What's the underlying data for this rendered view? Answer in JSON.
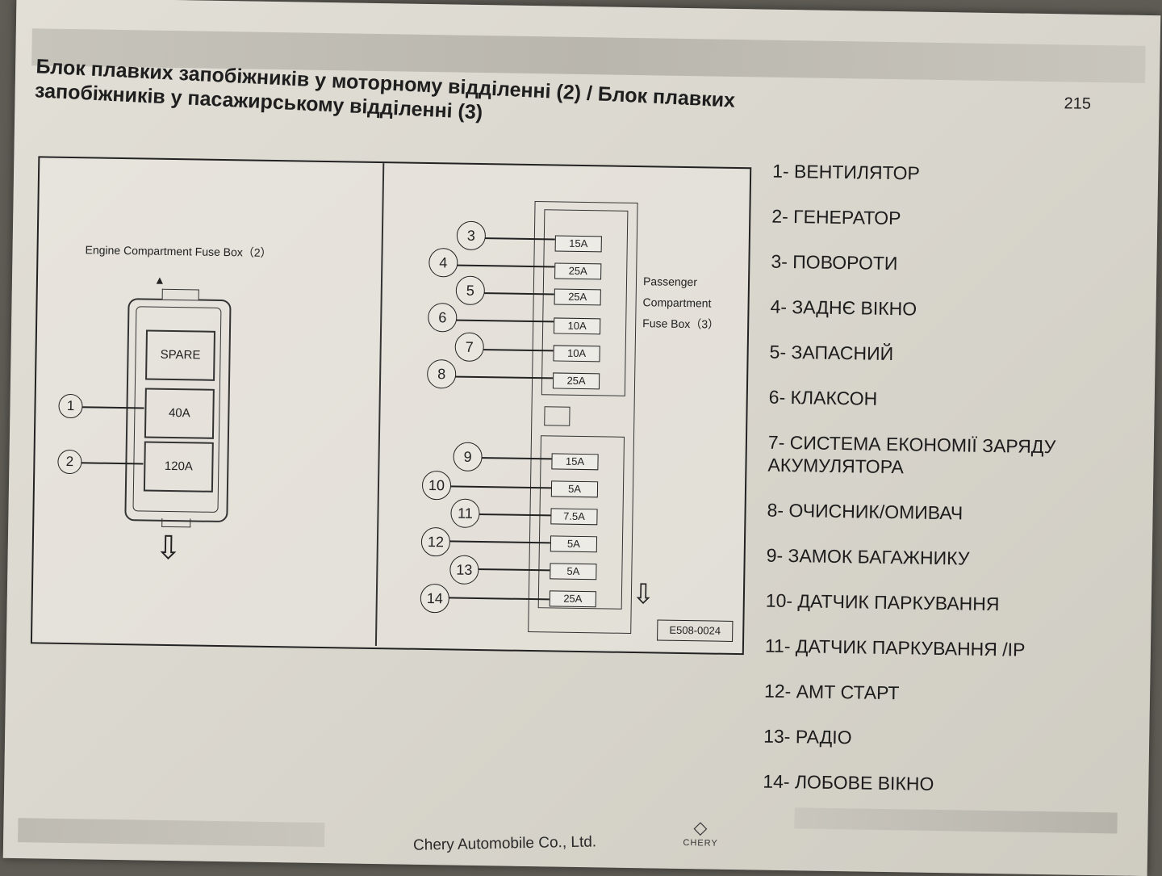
{
  "page_number": "215",
  "title": "Блок плавких запобіжників у моторному відділенні (2) / Блок плавких запобіжників у пасажирському відділенні (3)",
  "diagram": {
    "engine_box_label": "Engine Compartment Fuse Box（2）",
    "engine_fuses": [
      "SPARE",
      "40A",
      "120A"
    ],
    "engine_callouts": [
      "1",
      "2"
    ],
    "passenger_box_label": [
      "Passenger",
      "Compartment",
      "Fuse Box（3）"
    ],
    "passenger_fuses": [
      {
        "num": "3",
        "rating": "15A"
      },
      {
        "num": "4",
        "rating": "25A"
      },
      {
        "num": "5",
        "rating": "25A"
      },
      {
        "num": "6",
        "rating": "10A"
      },
      {
        "num": "7",
        "rating": "10A"
      },
      {
        "num": "8",
        "rating": "25A"
      },
      {
        "num": "9",
        "rating": "15A"
      },
      {
        "num": "10",
        "rating": "5A"
      },
      {
        "num": "11",
        "rating": "7.5A"
      },
      {
        "num": "12",
        "rating": "5A"
      },
      {
        "num": "13",
        "rating": "5A"
      },
      {
        "num": "14",
        "rating": "25A"
      }
    ],
    "code": "E508-0024",
    "arrow_icon": "down-arrow-icon"
  },
  "legend": [
    "1- ВЕНТИЛЯТОР",
    "2- ГЕНЕРАТОР",
    "3- ПОВОРОТИ",
    "4- ЗАДНЄ ВІКНО",
    "5- ЗАПАСНИЙ",
    "6- КЛАКСОН",
    "7- СИСТЕМА ЕКОНОМІЇ ЗАРЯДУ АКУМУЛЯТОРА",
    "8- ОЧИСНИК/ОМИВАЧ",
    "9- ЗАМОК БАГАЖНИКУ",
    "10- ДАТЧИК ПАРКУВАННЯ",
    "11- ДАТЧИК ПАРКУВАННЯ /IP",
    "12- АМТ СТАРТ",
    "13- РАДІО",
    "14- ЛОБОВЕ ВІКНО"
  ],
  "footer": "Chery Automobile Co., Ltd.",
  "logo_text": "CHERY"
}
